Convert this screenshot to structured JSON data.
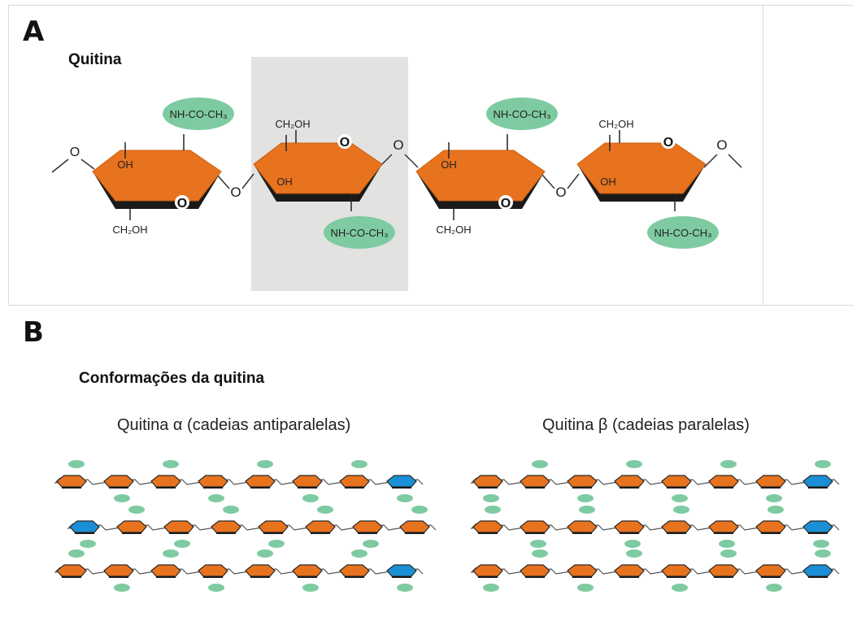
{
  "panel_a": {
    "letter": "A",
    "title": "Quitina",
    "ring_atom": "O",
    "link_atom": "O",
    "oh_label": "OH",
    "ch2oh_label": "CH₂OH",
    "acetyl_label": "NH-CO-CH₃",
    "colors": {
      "ring": "#e8731e",
      "acetyl": "#7ecba1",
      "shade": "#e2e2e0"
    }
  },
  "panel_b": {
    "letter": "B",
    "title": "Conformações da quitina",
    "alpha_label": "Quitina α (cadeias antiparalelas)",
    "beta_label": "Quitina β (cadeias paralelas)",
    "colors": {
      "unit": "#e8731e",
      "end_unit": "#1a8fd6",
      "group": "#7ecba1"
    }
  }
}
